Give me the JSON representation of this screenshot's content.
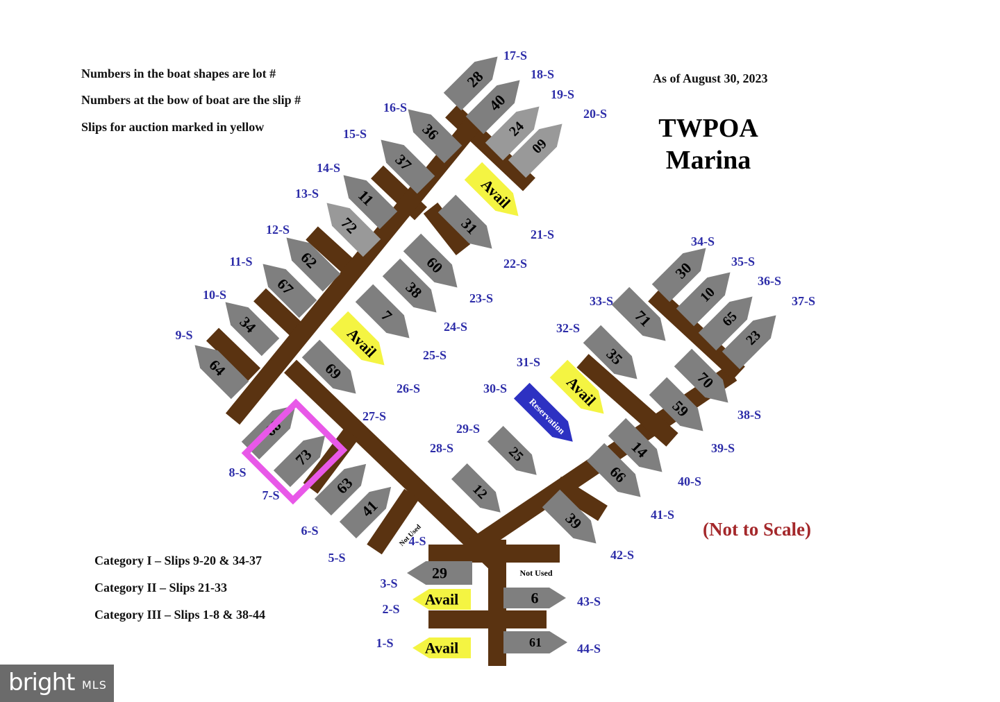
{
  "title_line1": "TWPOA",
  "title_line2": "Marina",
  "as_of": "As of August 30, 2023",
  "not_to_scale": "(Not to Scale)",
  "notes": [
    "Numbers in the boat shapes are lot #",
    "Numbers at the bow of boat are the slip #",
    "Slips for auction marked in yellow"
  ],
  "categories": [
    "Category I – Slips 9-20 & 34-37",
    "Category II – Slips 21-33",
    "Category III – Slips 1-8 & 38-44"
  ],
  "not_used_label": "Not Used",
  "watermark": {
    "brand": "bright",
    "suffix": "MLS"
  },
  "colors": {
    "dock": "#5a3311",
    "boat": "#7f7f7f",
    "boat_light": "#999999",
    "avail": "#f4f442",
    "reservation": "#2d31c2",
    "slip_label": "#2c2ca8",
    "highlight": "#e858e8"
  },
  "slips": [
    {
      "slip": "1-S",
      "lot": "Avail",
      "status": "avail"
    },
    {
      "slip": "2-S",
      "lot": "Avail",
      "status": "avail"
    },
    {
      "slip": "3-S",
      "lot": "29",
      "status": "taken"
    },
    {
      "slip": "4-S",
      "lot": "Not Used",
      "status": "unused"
    },
    {
      "slip": "5-S",
      "lot": "41",
      "status": "taken"
    },
    {
      "slip": "6-S",
      "lot": "63",
      "status": "taken"
    },
    {
      "slip": "7-S",
      "lot": "73",
      "status": "highlight"
    },
    {
      "slip": "8-S",
      "lot": "68",
      "status": "taken"
    },
    {
      "slip": "9-S",
      "lot": "64",
      "status": "taken"
    },
    {
      "slip": "10-S",
      "lot": "34",
      "status": "taken"
    },
    {
      "slip": "11-S",
      "lot": "67",
      "status": "taken"
    },
    {
      "slip": "12-S",
      "lot": "62",
      "status": "taken"
    },
    {
      "slip": "13-S",
      "lot": "72",
      "status": "taken_light"
    },
    {
      "slip": "14-S",
      "lot": "11",
      "status": "taken"
    },
    {
      "slip": "15-S",
      "lot": "37",
      "status": "taken"
    },
    {
      "slip": "16-S",
      "lot": "36",
      "status": "taken"
    },
    {
      "slip": "17-S",
      "lot": "28",
      "status": "taken"
    },
    {
      "slip": "18-S",
      "lot": "40",
      "status": "taken"
    },
    {
      "slip": "19-S",
      "lot": "24",
      "status": "taken_light"
    },
    {
      "slip": "20-S",
      "lot": "09",
      "status": "taken_light"
    },
    {
      "slip": "21-S",
      "lot": "Avail",
      "status": "avail"
    },
    {
      "slip": "22-S",
      "lot": "31",
      "status": "taken"
    },
    {
      "slip": "23-S",
      "lot": "60",
      "status": "taken"
    },
    {
      "slip": "24-S",
      "lot": "38",
      "status": "taken"
    },
    {
      "slip": "25-S",
      "lot": "7",
      "status": "taken"
    },
    {
      "slip": "26-S",
      "lot": "Avail",
      "status": "avail"
    },
    {
      "slip": "27-S",
      "lot": "69",
      "status": "taken"
    },
    {
      "slip": "28-S",
      "lot": "12",
      "status": "taken"
    },
    {
      "slip": "29-S",
      "lot": "25",
      "status": "taken"
    },
    {
      "slip": "30-S",
      "lot": "Reservation",
      "status": "reservation"
    },
    {
      "slip": "31-S",
      "lot": "Avail",
      "status": "avail"
    },
    {
      "slip": "32-S",
      "lot": "35",
      "status": "taken"
    },
    {
      "slip": "33-S",
      "lot": "71",
      "status": "taken"
    },
    {
      "slip": "34-S",
      "lot": "30",
      "status": "taken"
    },
    {
      "slip": "35-S",
      "lot": "10",
      "status": "taken"
    },
    {
      "slip": "36-S",
      "lot": "65",
      "status": "taken"
    },
    {
      "slip": "37-S",
      "lot": "23",
      "status": "taken"
    },
    {
      "slip": "38-S",
      "lot": "70",
      "status": "taken"
    },
    {
      "slip": "39-S",
      "lot": "59",
      "status": "taken"
    },
    {
      "slip": "40-S",
      "lot": "14",
      "status": "taken"
    },
    {
      "slip": "41-S",
      "lot": "66",
      "status": "taken"
    },
    {
      "slip": "42-S",
      "lot": "39",
      "status": "taken"
    },
    {
      "slip": "43-S",
      "lot": "6",
      "status": "taken"
    },
    {
      "slip": "44-S",
      "lot": "61",
      "status": "taken"
    }
  ]
}
